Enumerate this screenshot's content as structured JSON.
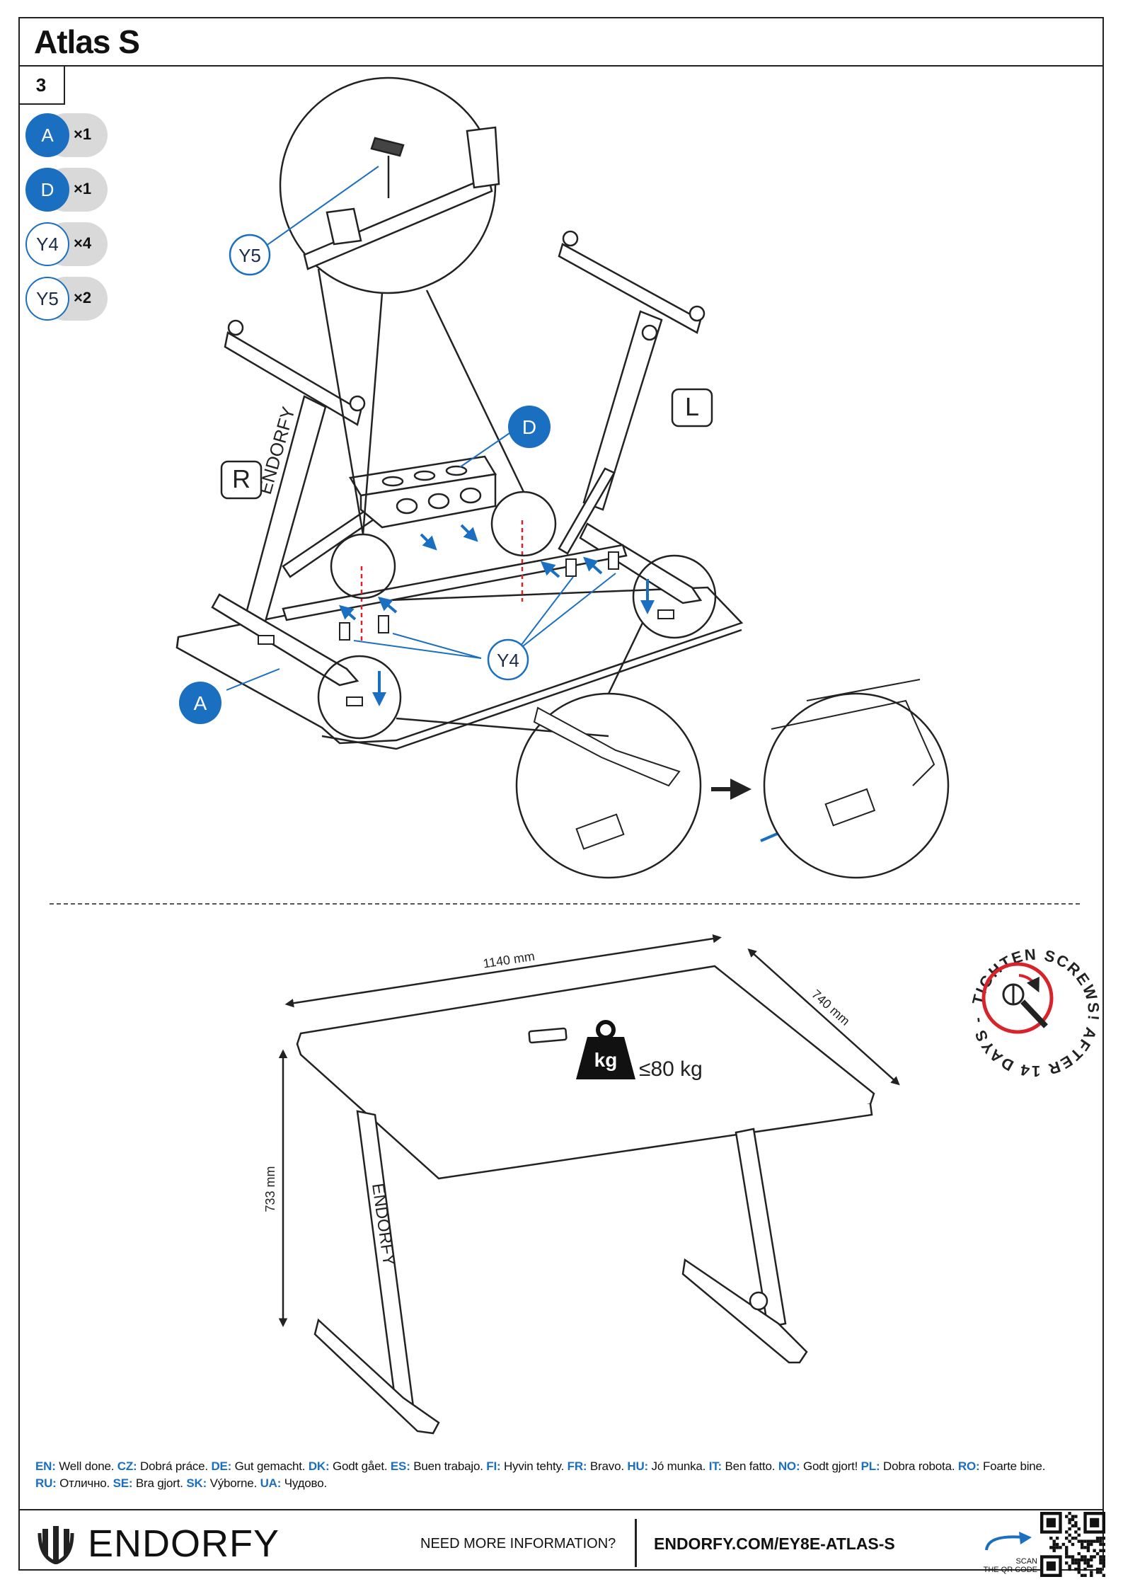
{
  "header": {
    "title": "Atlas S",
    "step": "3"
  },
  "parts": [
    {
      "id": "A",
      "qty": "×1",
      "style": "filled"
    },
    {
      "id": "D",
      "qty": "×1",
      "style": "filled"
    },
    {
      "id": "Y4",
      "qty": "×4",
      "style": "outline"
    },
    {
      "id": "Y5",
      "qty": "×2",
      "style": "outline"
    }
  ],
  "callouts": {
    "y5": "Y5",
    "d": "D",
    "r": "R",
    "l": "L",
    "y4": "Y4",
    "a": "A"
  },
  "leg_brand": "ENDORFY",
  "dimensions": {
    "width": "1140 mm",
    "depth": "740 mm",
    "height": "733 mm",
    "load": "≤80 kg",
    "kg": "kg"
  },
  "stamp": {
    "text": "TIGHTEN SCREWS! AFTER 14 DAYS -"
  },
  "messages": [
    {
      "code": "EN:",
      "text": "Well done."
    },
    {
      "code": "CZ:",
      "text": "Dobrá práce."
    },
    {
      "code": "DE:",
      "text": "Gut gemacht."
    },
    {
      "code": "DK:",
      "text": "Godt gået."
    },
    {
      "code": "ES:",
      "text": "Buen trabajo."
    },
    {
      "code": "FI:",
      "text": "Hyvin tehty."
    },
    {
      "code": "FR:",
      "text": "Bravo."
    },
    {
      "code": "HU:",
      "text": "Jó munka."
    },
    {
      "code": "IT:",
      "text": "Ben fatto."
    },
    {
      "code": "NO:",
      "text": "Godt gjort!"
    },
    {
      "code": "PL:",
      "text": "Dobra robota."
    },
    {
      "code": "RO:",
      "text": "Foarte bine."
    },
    {
      "code": "RU:",
      "text": "Отлично."
    },
    {
      "code": "SE:",
      "text": "Bra gjort."
    },
    {
      "code": "SK:",
      "text": "Výborne."
    },
    {
      "code": "UA:",
      "text": "Чудово."
    }
  ],
  "footer": {
    "brand": "ENDORFY",
    "need_info": "NEED MORE INFORMATION?",
    "url": "ENDORFY.COM/EY8E-ATLAS-S",
    "scan_line1": "SCAN",
    "scan_line2": "THE QR CODE"
  },
  "colors": {
    "accent": "#1b6fc1",
    "warning_red": "#d8232a"
  }
}
